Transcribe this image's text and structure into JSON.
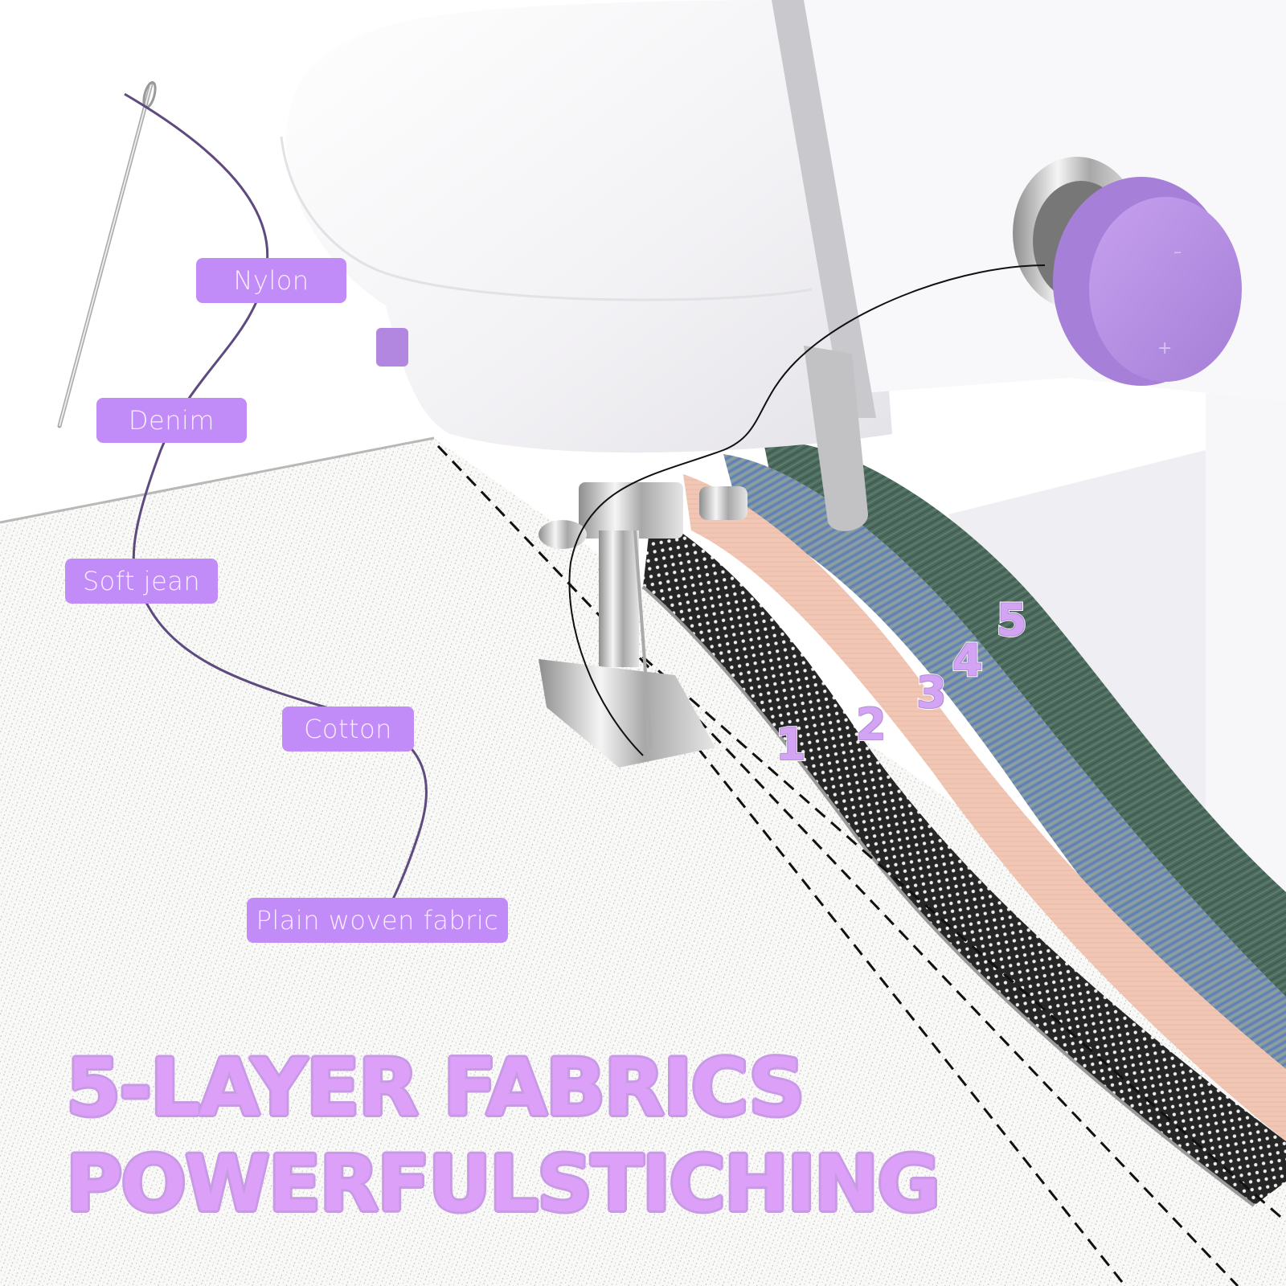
{
  "product_image": {
    "subject": "Mini sewing machine stitching through five fabric layers",
    "colors": {
      "accent_purple": "#c28cf8",
      "headline_fill": "#dca0f8",
      "thread_line": "#5e4a7e",
      "machine_body": "#f4f3f6",
      "knob_purple": "#b58de0",
      "layer_black": "#222222",
      "layer_pink": "#f2c8b8",
      "layer_blue": "#6f86a8",
      "layer_green": "#4f6b5e",
      "base_fabric": "#f7f7f5"
    }
  },
  "fabric_labels": [
    {
      "label": "Nylon"
    },
    {
      "label": "Denim"
    },
    {
      "label": "Soft jean"
    },
    {
      "label": "Cotton"
    },
    {
      "label": "Plain woven fabric"
    }
  ],
  "layer_numbers": [
    "1",
    "2",
    "3",
    "4",
    "5"
  ],
  "headline": {
    "line1": "5-LAYER FABRICS",
    "line2": "POWERFULSTICHING"
  },
  "icons": {
    "needle": "sewing-needle-icon",
    "knob": "handwheel-knob"
  }
}
